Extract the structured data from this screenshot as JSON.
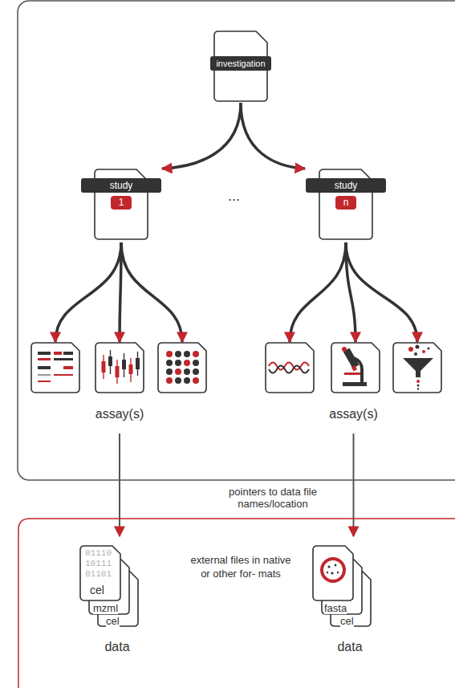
{
  "diagram": {
    "nodes": [
      {
        "text": [
          "investigation"
        ]
      },
      {
        "text": [
          "study",
          "1"
        ]
      },
      {
        "text": [
          "study",
          "n"
        ]
      },
      {
        "text": [
          "assay(s)"
        ]
      },
      {
        "text": [
          "assay(s)"
        ]
      },
      {
        "text": [
          "external files in native or other for- mats"
        ]
      },
      {
        "text": [
          "data"
        ],
        "in": 5
      },
      {
        "text": [
          "data"
        ],
        "in": 5
      }
    ],
    "edges": [
      {
        "from": 0,
        "to": 1,
        "arrow": "to"
      },
      {
        "from": 0,
        "to": 2,
        "arrow": "to"
      },
      {
        "from": 1,
        "to": 3,
        "arrow": "to"
      },
      {
        "from": 2,
        "to": 4,
        "arrow": "to"
      },
      {
        "from": 3,
        "to": 6,
        "arrow": "to"
      },
      {
        "from": 4,
        "to": 7,
        "arrow": "to"
      }
    ],
    "labels": [
      "...",
      "pointers to data file names/location",
      "01110",
      "10111",
      "01101",
      "cel",
      "mzml",
      "cel",
      "fasta",
      "cel"
    ]
  }
}
